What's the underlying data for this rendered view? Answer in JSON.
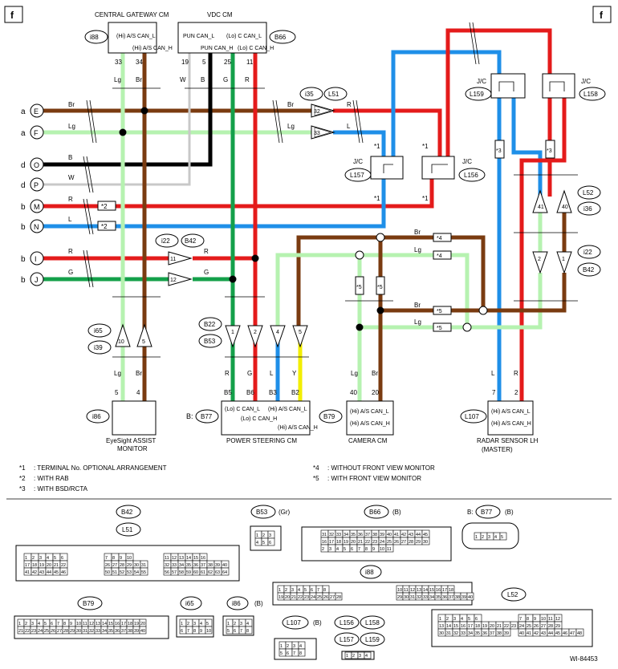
{
  "page_marks": {
    "left": "f",
    "right": "f"
  },
  "modules": {
    "central_gateway": {
      "title": "CENTRAL GATEWAY CM",
      "code": "i88",
      "pins": [
        "(Hi) A/S CAN_L",
        "(Hi) A/S CAN_H"
      ]
    },
    "vdc": {
      "title": "VDC CM",
      "code": "B66",
      "pins": [
        "PUN CAN_L",
        "PUN CAN_H",
        "(Lo) C CAN_L",
        "(Lo) C CAN_H"
      ]
    },
    "eyesight": {
      "title_line1": "EyeSight ASSIST",
      "title_line2": "MONITOR",
      "code": "i86"
    },
    "power_steering": {
      "title": "POWER STEERING CM",
      "prefix": "B:",
      "code": "B77",
      "pins": [
        "(Lo) C CAN_L",
        "(Lo) C CAN_H",
        "(Hi) A/S CAN_L",
        "(Hi) A/S CAN_H"
      ]
    },
    "camera": {
      "title": "CAMERA CM",
      "code": "B79",
      "pins": [
        "(Hi) A/S CAN_L",
        "(Hi) A/S CAN_H"
      ]
    },
    "radar": {
      "title_line1": "RADAR SENSOR LH",
      "title_line2": "(MASTER)",
      "code": "L107",
      "pins": [
        "(Hi) A/S CAN_L",
        "(Hi) A/S CAN_H"
      ]
    }
  },
  "left_terminals": [
    {
      "prefix": "a",
      "letter": "E",
      "color": "Br"
    },
    {
      "prefix": "a",
      "letter": "F",
      "color": "Lg"
    },
    {
      "prefix": "d",
      "letter": "O",
      "color": "B"
    },
    {
      "prefix": "d",
      "letter": "P",
      "color": "W"
    },
    {
      "prefix": "b",
      "letter": "M",
      "color": "R",
      "note": "*2"
    },
    {
      "prefix": "b",
      "letter": "N",
      "color": "L",
      "note": "*2"
    },
    {
      "prefix": "b",
      "letter": "I",
      "color": "R"
    },
    {
      "prefix": "b",
      "letter": "J",
      "color": "G"
    }
  ],
  "pin_numbers": {
    "i88": [
      "33",
      "34"
    ],
    "b66": [
      "19",
      "5",
      "25",
      "11"
    ],
    "i86": [
      "5",
      "4"
    ],
    "b77": [
      "B5",
      "B6",
      "B3",
      "B2"
    ],
    "b79": [
      "40",
      "20"
    ],
    "l107": [
      "7",
      "2"
    ]
  },
  "wire_colors_upper": {
    "i88_a": "Lg",
    "i88_b": "Br",
    "b66_a": "W",
    "b66_b": "B",
    "b66_c": "G",
    "b66_d": "R"
  },
  "wire_colors_lower": {
    "i86_a": "Lg",
    "i86_b": "Br",
    "b77_a": "R",
    "b77_b": "G",
    "b77_c": "L",
    "b77_d": "Y",
    "b79_a": "Lg",
    "b79_b": "Br",
    "l107_a": "L",
    "l107_b": "R"
  },
  "connector_pairs": [
    {
      "code": "i35",
      "code2": "L51",
      "pins": [
        "32",
        "33"
      ],
      "out": [
        "R",
        "L"
      ]
    },
    {
      "code": "i22",
      "code2": "B42",
      "pins": [
        "11",
        "12"
      ],
      "out": [
        "R",
        "G"
      ]
    }
  ],
  "upper_pin_labels": {
    "a_in": "Br",
    "f_in": "Lg",
    "d_b": "B",
    "d_w": "W",
    "m": "R",
    "n": "L",
    "i": "R",
    "j": "G"
  },
  "junctions": [
    {
      "label": "J/C",
      "code": "L157"
    },
    {
      "label": "J/C",
      "code": "L156"
    },
    {
      "label": "J/C",
      "code": "L159"
    },
    {
      "label": "J/C",
      "code": "L158"
    }
  ],
  "inline_connectors": {
    "i65": "i65",
    "i39": "i39",
    "i65_pins": [
      "10",
      "5"
    ],
    "b22": "B22",
    "b53": "B53",
    "b22_pins": [
      "1",
      "2",
      "4",
      "5"
    ],
    "l52": "L52",
    "i36": "i36",
    "l52_pins": [
      "41",
      "40"
    ],
    "i22": "i22",
    "b42": "B42",
    "i22b_pins": [
      "2",
      "1"
    ]
  },
  "options": [
    "*4",
    "*4",
    "*5",
    "*5",
    "*3",
    "*3",
    "*5",
    "*5",
    "*1"
  ],
  "mid_wire_colors": {
    "br_top": "Br",
    "lg_top": "Lg",
    "br_mid": "Br",
    "lg_mid": "Lg"
  },
  "notes": [
    {
      "mark": "*1",
      "text": ": TERMINAL No. OPTIONAL ARRANGEMENT"
    },
    {
      "mark": "*2",
      "text": ": WITH RAB"
    },
    {
      "mark": "*3",
      "text": ": WITH BSD/RCTA"
    },
    {
      "mark": "*4",
      "text": ": WITHOUT FRONT VIEW MONITOR"
    },
    {
      "mark": "*5",
      "text": ": WITH FRONT VIEW MONITOR"
    }
  ],
  "connector_views": {
    "b42": "B42",
    "l51": "L51",
    "b53": "B53",
    "b53_color": "(Gr)",
    "b66": "B66",
    "b66_color": "(B)",
    "b77_prefix": "B:",
    "b77": "B77",
    "b77_color": "(B)",
    "i88": "i88",
    "b79": "B79",
    "i65": "i65",
    "i86": "i86",
    "i86_color": "(B)",
    "l107": "L107",
    "l107_color": "(B)",
    "l156": "L156",
    "l158": "L158",
    "l157": "L157",
    "l159": "L159",
    "l52": "L52"
  },
  "diagram_id": "WI-84453",
  "colors": {
    "Br": "#7a3b10",
    "Lg": "#b6f2b0",
    "B": "#000000",
    "W": "#c8c8c8",
    "R": "#e41b1b",
    "L": "#1f8fe8",
    "G": "#14a04a",
    "Y": "#f2ee00"
  }
}
